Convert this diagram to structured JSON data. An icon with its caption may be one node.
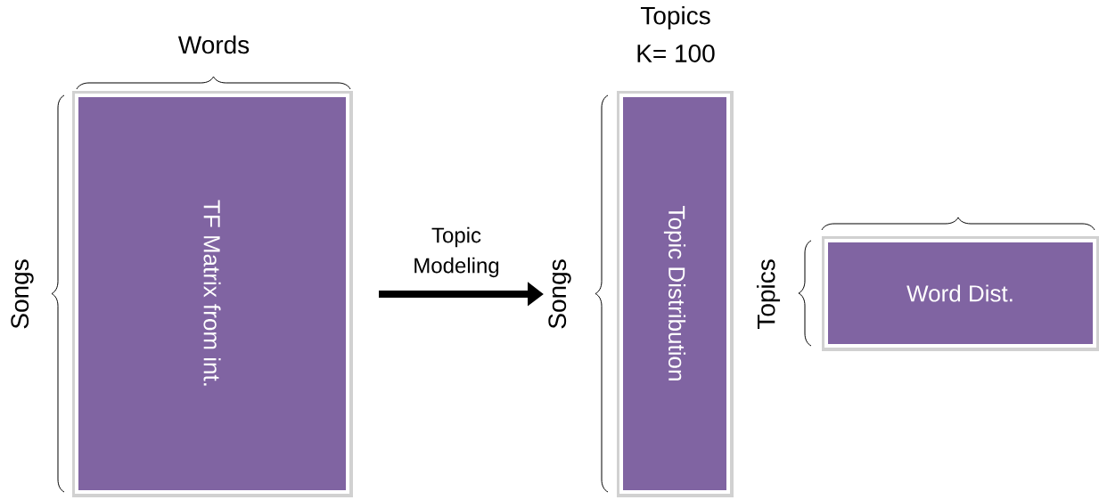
{
  "diagram": {
    "nodes": [
      {
        "text": [
          "TF Matrix from int."
        ]
      },
      {
        "text": [
          "Topic Distribution"
        ]
      },
      {
        "text": [
          "Word Dist."
        ]
      }
    ],
    "labels": [
      "Words",
      "Songs",
      "Topics",
      "K= 100",
      "Songs",
      "Topics",
      "Topic Modeling"
    ]
  }
}
